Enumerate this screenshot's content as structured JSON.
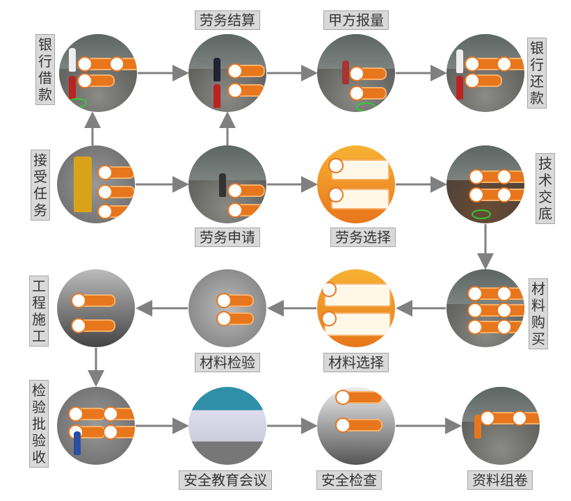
{
  "title": "工程项目流程图",
  "colors": {
    "arrow": "#808080",
    "label_bg": "#d9d9d9",
    "accent": "#e8761c"
  },
  "steps": {
    "bank_loan": "银行借款",
    "labor_settlement": "劳务结算",
    "owner_report": "甲方报量",
    "bank_repay": "银行还款",
    "accept_task": "接受任务",
    "labor_apply": "劳务申请",
    "labor_select": "劳务选择",
    "tech_disclosure": "技术交底",
    "construction": "工程施工",
    "material_inspect": "材料检验",
    "material_select": "材料选择",
    "material_purchase": "材料购买",
    "inspection_accept": "检验批验收",
    "safety_meeting": "安全教育会议",
    "safety_check": "安全检查",
    "doc_archive": "资料组卷"
  }
}
